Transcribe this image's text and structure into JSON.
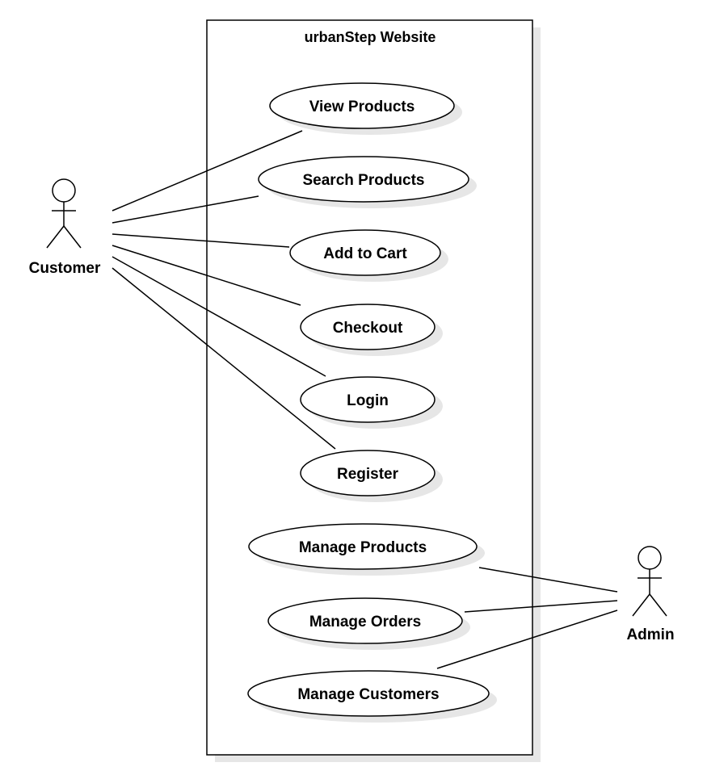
{
  "system": {
    "title": "urbanStep Website"
  },
  "actors": {
    "customer": {
      "label": "Customer"
    },
    "admin": {
      "label": "Admin"
    }
  },
  "use_cases": {
    "view_products": "View Products",
    "search_products": "Search Products",
    "add_to_cart": "Add to Cart",
    "checkout": "Checkout",
    "login": "Login",
    "register": "Register",
    "manage_products": "Manage Products",
    "manage_orders": "Manage Orders",
    "manage_customers": "Manage Customers"
  },
  "colors": {
    "stroke": "#000000",
    "fill": "#ffffff",
    "shadow": "#e6e6e6"
  }
}
